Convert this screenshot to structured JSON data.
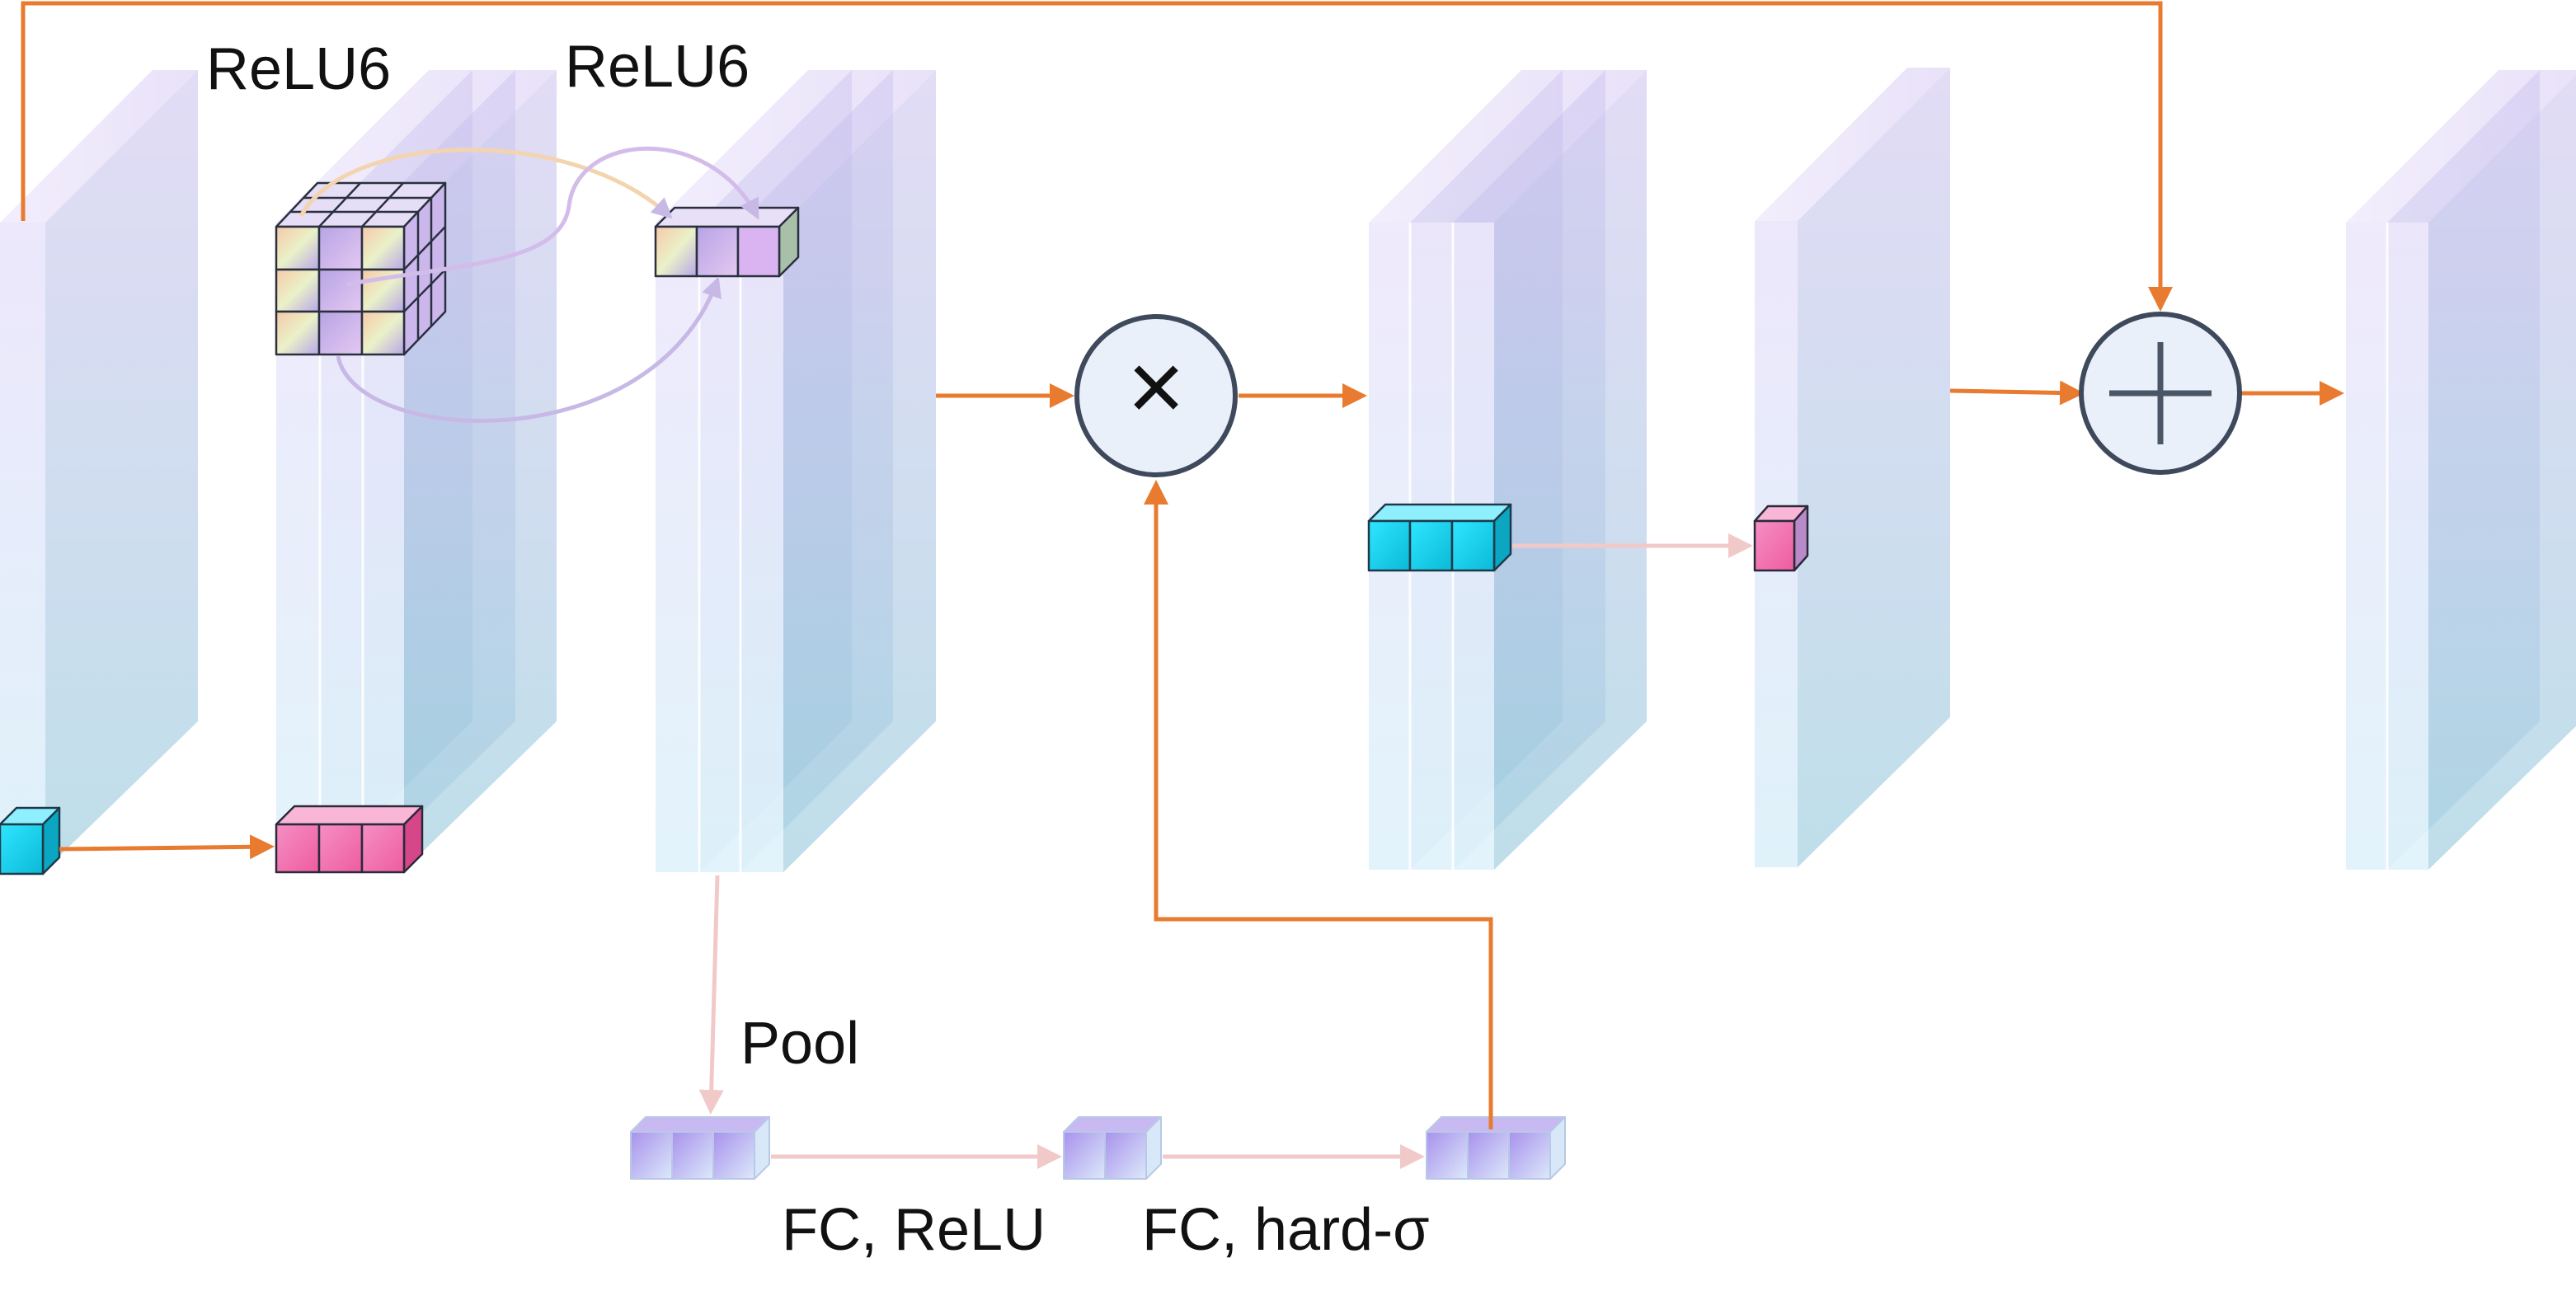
{
  "labels": {
    "relu6_a": "ReLU6",
    "relu6_b": "ReLU6",
    "pool": "Pool",
    "fc_relu": "FC, ReLU",
    "fc_hard_sigma": "FC, hard-σ"
  },
  "operators": {
    "multiply": "×",
    "add": "+"
  },
  "colors": {
    "arrow_main": "#E87B2F",
    "arrow_light": "#F2C9C9",
    "op_circle_fill": "#EAF0FA",
    "op_circle_stroke": "#3E4A5C",
    "cyan_cube": "#14D6F0",
    "pink_cube": "#F07AB4",
    "purple_cube": "#B7A8EC"
  }
}
